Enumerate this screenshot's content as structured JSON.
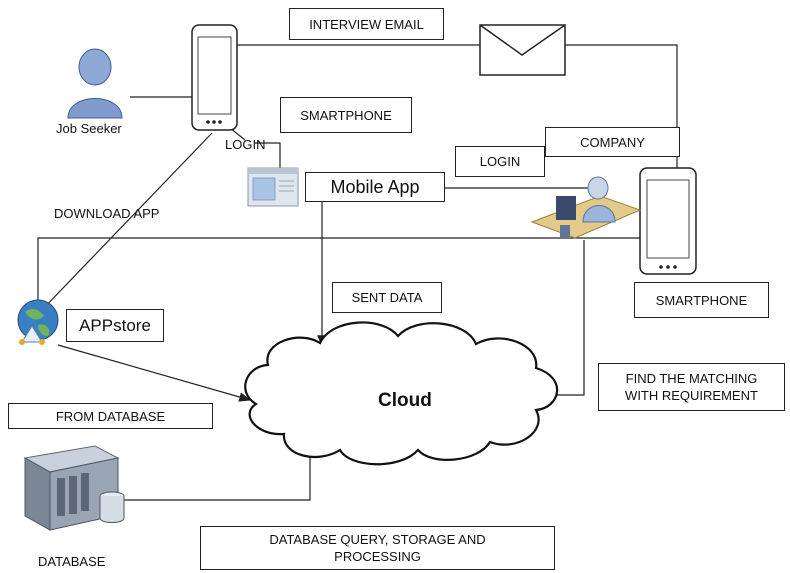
{
  "labels": {
    "interview_email": "INTERVIEW EMAIL",
    "smartphone_top": "SMARTPHONE",
    "job_seeker": "Job Seeker",
    "login_left": "LOGIN",
    "login_company": "LOGIN",
    "company": "COMPANY",
    "mobile_app": "Mobile App",
    "download_app": "DOWNLOAD APP",
    "smartphone_right": "SMARTPHONE",
    "sent_data": "SENT DATA",
    "appstore": "APPstore",
    "find_matching_1": "FIND THE MATCHING",
    "find_matching_2": "WITH REQUIREMENT",
    "cloud": "Cloud",
    "from_database": "FROM DATABASE",
    "database": "DATABASE",
    "db_query_1": "DATABASE QUERY, STORAGE AND",
    "db_query_2": "PROCESSING"
  },
  "icons": [
    "person-icon",
    "smartphone-icon",
    "envelope-icon",
    "app-window-icon",
    "office-worker-icon",
    "globe-icon",
    "server-icon"
  ],
  "colors": {
    "line": "#222222",
    "person": "#7f9ccc",
    "globe": "#3a7fc4",
    "desk": "#e3c98a",
    "server": "#8a96a6"
  }
}
